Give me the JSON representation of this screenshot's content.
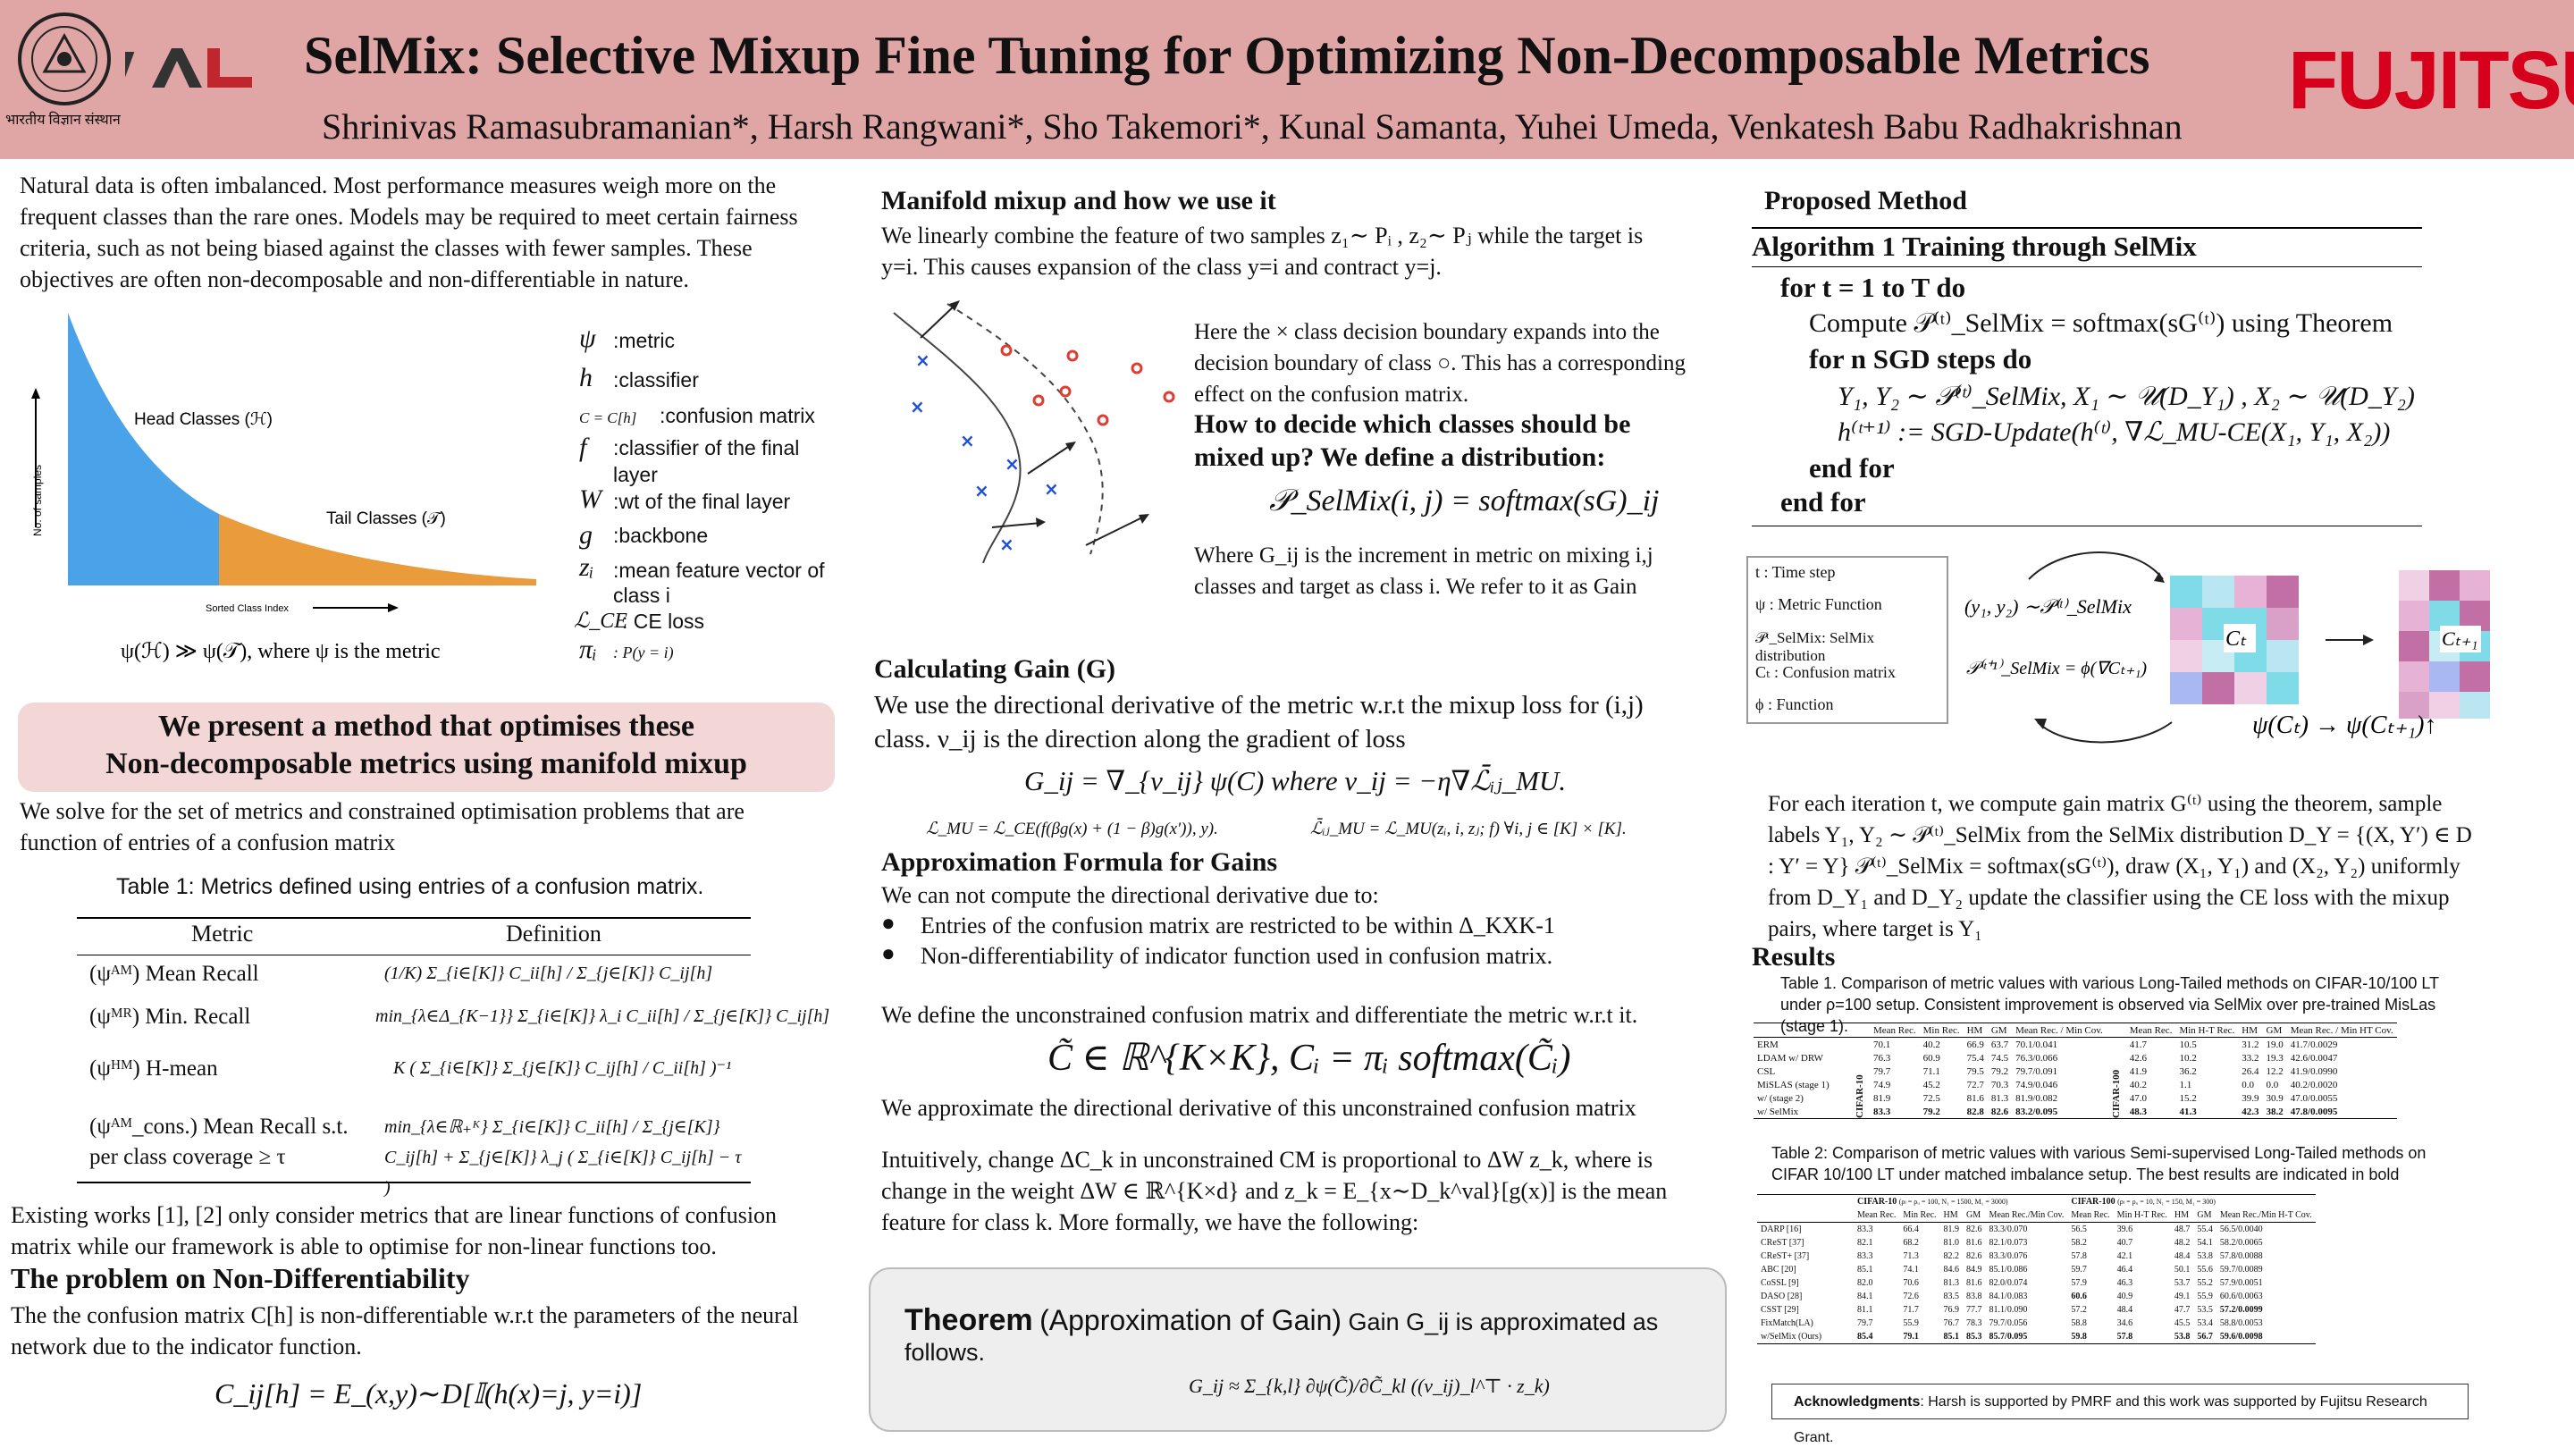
{
  "header": {
    "title": "SelMix: Selective Mixup Fine Tuning for Optimizing Non-Decomposable Metrics",
    "authors": "Shrinivas Ramasubramanian*, Harsh Rangwani*, Sho Takemori*, Kunal Samanta, Yuhei Umeda, Venkatesh Babu Radhakrishnan",
    "logo_left_text": "भारतीय विज्ञान संस्थान",
    "logo_val": "VAL",
    "logo_right": "FUJITSU"
  },
  "col1": {
    "intro": "Natural data is often imbalanced. Most performance measures weigh more on the frequent classes than the rare ones. Models may be required to meet certain fairness criteria, such as not being biased against the classes with fewer samples. These objectives are often non-decomposable and non-differentiable in nature.",
    "fig_head": "Head Classes (ℋ)",
    "fig_tail": "Tail Classes (𝒯)",
    "fig_ylabel": "No. of samples",
    "fig_xlabel": "Sorted Class Index",
    "fig_caption": "ψ(ℋ) ≫ ψ(𝒯), where ψ is the metric",
    "legend": [
      {
        "sym": "ψ",
        "desc": ":metric"
      },
      {
        "sym": "h",
        "desc": ":classifier"
      },
      {
        "sym": "C = C[h]",
        "desc": ":confusion matrix"
      },
      {
        "sym": "f",
        "desc": ":classifier of the final layer"
      },
      {
        "sym": "W",
        "desc": ":wt of the final layer"
      },
      {
        "sym": "g",
        "desc": ":backbone"
      },
      {
        "sym": "zᵢ",
        "desc": ":mean feature vector of class i"
      },
      {
        "sym": "ℒ_CE",
        "desc": ": CE loss"
      },
      {
        "sym": "πᵢ",
        "desc": ": P(y = i)"
      }
    ],
    "banner_line1": "We present a method that optimises these",
    "banner_line2": "Non-decomposable metrics using manifold mixup",
    "solve_text": "We solve for the set of metrics and constrained optimisation problems that are function of entries of a confusion matrix",
    "table_caption": "Table 1: Metrics defined using entries of a confusion matrix.",
    "table_head": [
      "Metric",
      "Definition"
    ],
    "table_rows": [
      {
        "metric": "(ψᴬᴹ) Mean Recall",
        "def": "(1/K) Σ_{i∈[K]} C_ii[h] / Σ_{j∈[K]} C_ij[h]"
      },
      {
        "metric": "(ψᴹᴿ) Min. Recall",
        "def": "min_{λ∈Δ_{K−1}} Σ_{i∈[K]} λ_i C_ii[h] / Σ_{j∈[K]} C_ij[h]"
      },
      {
        "metric": "(ψᴴᴹ) H-mean",
        "def": "K ( Σ_{i∈[K]} Σ_{j∈[K]} C_ij[h] / C_ii[h] )⁻¹"
      },
      {
        "metric": "(ψᴬᴹ_cons.) Mean Recall s.t. per class coverage ≥ τ",
        "def": "min_{λ∈ℝ₊ᴷ} Σ_{i∈[K]} C_ii[h] / Σ_{j∈[K]} C_ij[h] + Σ_{j∈[K]} λ_j ( Σ_{i∈[K]} C_ij[h] − τ )"
      }
    ],
    "existing": "Existing works [1], [2] only consider metrics that are linear functions of confusion matrix while our framework is able to optimise for non-linear functions too.",
    "problem_title": "The problem on Non-Differentiability",
    "problem_text": "The the  confusion matrix C[h] is non-differentiable w.r.t the parameters of the neural network due to the indicator function.",
    "problem_eq": "C_ij[h] = E_(x,y)∼D[𝕀(h(x)=j, y=i)]"
  },
  "col2": {
    "manifold_title": "Manifold mixup and how we use it",
    "manifold_text": "We linearly combine the feature of two samples z₁∼ Pᵢ , z₂∼ Pⱼ while the target is y=i. This causes expansion of the class y=i and contract y=j.",
    "fig_text": "Here the × class decision boundary expands into the decision boundary of class ○. This has a corresponding effect on the confusion matrix.",
    "fig_question": "How to decide which classes should be mixed up? We define a distribution:",
    "pselmix": "𝒫_SelMix(i, j) = softmax(sG)_ij",
    "where_g": "Where G_ij is the increment in metric on mixing i,j classes and target as class i. We refer to it as Gain",
    "gain_title": "Calculating Gain (G)",
    "gain_text": "We use the directional derivative of the metric  w.r.t the mixup loss for (i,j) class. ν_ij  is the direction along the gradient of loss",
    "gain_eq": "G_ij = ∇_{ν_ij} ψ(C)    where ν_ij = −η∇ℒ̄ᵢⱼ_MU.",
    "mu_eq1": "ℒ_MU = ℒ_CE(f(βg(x) + (1 − β)g(x′)), y).",
    "mu_eq2": "ℒ̄ᵢⱼ_MU = ℒ_MU(zᵢ, i, zⱼ; f)   ∀i, j ∈ [K] × [K].",
    "approx_title": "Approximation Formula for Gains",
    "approx_intro": "We can not compute the directional derivative due to:",
    "bullets": [
      "Entries of the confusion matrix are restricted to be within Δ_KXK-1",
      "Non-differentiability of indicator function used in confusion matrix."
    ],
    "unconstrained": "We define the unconstrained confusion matrix and differentiate the metric w.r.t it.",
    "unc_eq": "C̃ ∈ ℝ^{K×K}, Cᵢ = πᵢ softmax(C̃ᵢ)",
    "approx_dd": "We approximate the directional derivative of this unconstrained confusion matrix",
    "intuition": "Intuitively, change ΔC_k in unconstrained CM is proportional to ΔW z_k, where is change in the weight  ΔW ∈ ℝ^{K×d} and  z_k = E_{x∼D_k^val}[g(x)]  is the mean feature for class k. More formally, we have the following:",
    "theorem_title": "Theorem",
    "theorem_name": "(Approximation of Gain)",
    "theorem_text": "Gain G_ij is approximated as follows.",
    "theorem_eq": "G_ij ≈ Σ_{k,l} ∂ψ(C̃)/∂C̃_kl ((ν_ij)_l^⊤ · z_k)"
  },
  "col3": {
    "proposed_title": "Proposed Method",
    "algo_title": "Algorithm 1 Training through SelMix",
    "algo_lines": [
      "for t = 1 to T do",
      "Compute 𝒫⁽ᵗ⁾_SelMix = softmax(sG⁽ᵗ⁾) using Theorem",
      "for n SGD steps do",
      "Y₁, Y₂ ∼ 𝒫⁽ᵗ⁾_SelMix, X₁ ∼ 𝒰(D_Y₁) ,  X₂ ∼ 𝒰(D_Y₂)",
      "h⁽ᵗ⁺¹⁾ := SGD-Update(h⁽ᵗ⁾, ∇ℒ_MU-CE(X₁, Y₁, X₂))",
      "end for",
      "end for"
    ],
    "legend_box": [
      "t : Time step",
      "ψ : Metric Function",
      "𝒫ᵗ_SelMix: SelMix distribution",
      "Cₜ : Confusion matrix",
      "ϕ : Function"
    ],
    "diag_sample": "(y₁, y₂) ∼𝒫⁽ᵗ⁾_SelMix",
    "diag_update": "𝒫⁽ᵗ⁺¹⁾_SelMix = ϕ(∇Cₜ₊₁)",
    "diag_ct": "Cₜ",
    "diag_ct1": "Cₜ₊₁",
    "diag_arrow": "ψ(Cₜ) → ψ(Cₜ₊₁)↑",
    "iteration_text": "For each iteration t, we compute gain matrix G⁽ᵗ⁾ using the theorem, sample labels Y₁, Y₂ ∼ 𝒫⁽ᵗ⁾_SelMix from the SelMix distribution D_Y = {(X, Y′) ∈ D : Y′ = Y} 𝒫⁽ᵗ⁾_SelMix = softmax(sG⁽ᵗ⁾), draw (X₁, Y₁) and (X₂, Y₂) uniformly from D_Y₁ and D_Y₂ update the classifier using the CE loss with the mixup pairs, where target is Y₁",
    "results_title": "Results",
    "t1_caption": "Table 1. Comparison of metric values with various Long-Tailed methods on CIFAR-10/100 LT under ρ=100 setup. Consistent improvement is observed via SelMix over pre-trained MisLas (stage 1).",
    "t1_head": [
      "",
      "Mean Rec.",
      "Min Rec.",
      "HM",
      "GM",
      "Mean Rec. / Min Cov.",
      "",
      "Mean Rec.",
      "Min H-T Rec.",
      "HM",
      "GM",
      "Mean Rec. / Min HT Cov."
    ],
    "t1_group_left": "CIFAR-10",
    "t1_group_right": "CIFAR-100",
    "t1_rows": [
      [
        "ERM",
        "70.1",
        "40.2",
        "66.9",
        "63.7",
        "70.1/0.041",
        "41.7",
        "10.5",
        "31.2",
        "19.0",
        "41.7/0.0029"
      ],
      [
        "LDAM w/ DRW",
        "76.3",
        "60.9",
        "75.4",
        "74.5",
        "76.3/0.066",
        "42.6",
        "10.2",
        "33.2",
        "19.3",
        "42.6/0.0047"
      ],
      [
        "CSL",
        "79.7",
        "71.1",
        "79.5",
        "79.2",
        "79.7/0.091",
        "41.9",
        "36.2",
        "26.4",
        "12.2",
        "41.9/0.0990"
      ],
      [
        "MiSLAS (stage 1)",
        "74.9",
        "45.2",
        "72.7",
        "70.3",
        "74.9/0.046",
        "40.2",
        "1.1",
        "0.0",
        "0.0",
        "40.2/0.0020"
      ],
      [
        "w/ (stage 2)",
        "81.9",
        "72.5",
        "81.6",
        "81.3",
        "81.9/0.082",
        "47.0",
        "15.2",
        "39.9",
        "30.9",
        "47.0/0.0055"
      ],
      [
        "w/ SelMix",
        "83.3",
        "79.2",
        "82.8",
        "82.6",
        "83.2/0.095",
        "48.3",
        "41.3",
        "42.3",
        "38.2",
        "47.8/0.0095"
      ]
    ],
    "t2_caption": "Table 2: Comparison of metric values with various Semi-supervised Long-Tailed methods on CIFAR 10/100 LT under matched imbalance setup. The best results are indicated in bold",
    "t2_group_left": "CIFAR-10",
    "t2_group_left_sub": "(ρₗ = ρᵤ = 100, N₁ = 1500, M₁ = 3000)",
    "t2_group_right": "CIFAR-100",
    "t2_group_right_sub": "(ρₗ = ρᵤ = 10, N₁ = 150, M₁ = 300)",
    "t2_head": [
      "",
      "Mean Rec.",
      "Min Rec.",
      "HM",
      "GM",
      "Mean Rec./Min Cov.",
      "Mean Rec.",
      "Min H-T Rec.",
      "HM",
      "GM",
      "Mean Rec./Min H-T Cov."
    ],
    "t2_rows": [
      [
        "DARP [16]",
        "83.3",
        "66.4",
        "81.9",
        "82.6",
        "83.3/0.070",
        "56.5",
        "39.6",
        "48.7",
        "55.4",
        "56.5/0.0040"
      ],
      [
        "CReST [37]",
        "82.1",
        "68.2",
        "81.0",
        "81.6",
        "82.1/0.073",
        "58.2",
        "40.7",
        "48.2",
        "54.1",
        "58.2/0.0065"
      ],
      [
        "CReST+ [37]",
        "83.3",
        "71.3",
        "82.2",
        "82.6",
        "83.3/0.076",
        "57.8",
        "42.1",
        "48.4",
        "53.8",
        "57.8/0.0088"
      ],
      [
        "ABC [20]",
        "85.1",
        "74.1",
        "84.6",
        "84.9",
        "85.1/0.086",
        "59.7",
        "46.4",
        "50.1",
        "55.6",
        "59.7/0.0089"
      ],
      [
        "CoSSL [9]",
        "82.0",
        "70.6",
        "81.3",
        "81.6",
        "82.0/0.074",
        "57.9",
        "46.3",
        "53.7",
        "55.2",
        "57.9/0.0051"
      ],
      [
        "DASO [28]",
        "84.1",
        "72.6",
        "83.5",
        "83.8",
        "84.1/0.083",
        "60.6",
        "40.9",
        "49.1",
        "55.9",
        "60.6/0.0063"
      ],
      [
        "CSST [29]",
        "81.1",
        "71.7",
        "76.9",
        "77.7",
        "81.1/0.090",
        "57.2",
        "48.4",
        "47.7",
        "53.5",
        "57.2/0.0099"
      ],
      [
        "FixMatch(LA)",
        "79.7",
        "55.9",
        "76.7",
        "78.3",
        "79.7/0.056",
        "58.8",
        "34.6",
        "45.5",
        "53.4",
        "58.8/0.0053"
      ],
      [
        "w/SelMix (Ours)",
        "85.4",
        "79.1",
        "85.1",
        "85.3",
        "85.7/0.095",
        "59.8",
        "57.8",
        "53.8",
        "56.7",
        "59.6/0.0098"
      ]
    ],
    "ack_label": "Acknowledgments",
    "ack_text": ": Harsh is supported by PMRF and this work was supported by Fujitsu Research Grant."
  },
  "colors": {
    "header_bg": "#e0a6a6",
    "banner_bg": "#f3d6d6",
    "head_blue": "#4aa3e8",
    "tail_orange": "#ea9b3c",
    "fujitsu_red": "#d6001c",
    "theorem_bg": "#eeeeee"
  }
}
